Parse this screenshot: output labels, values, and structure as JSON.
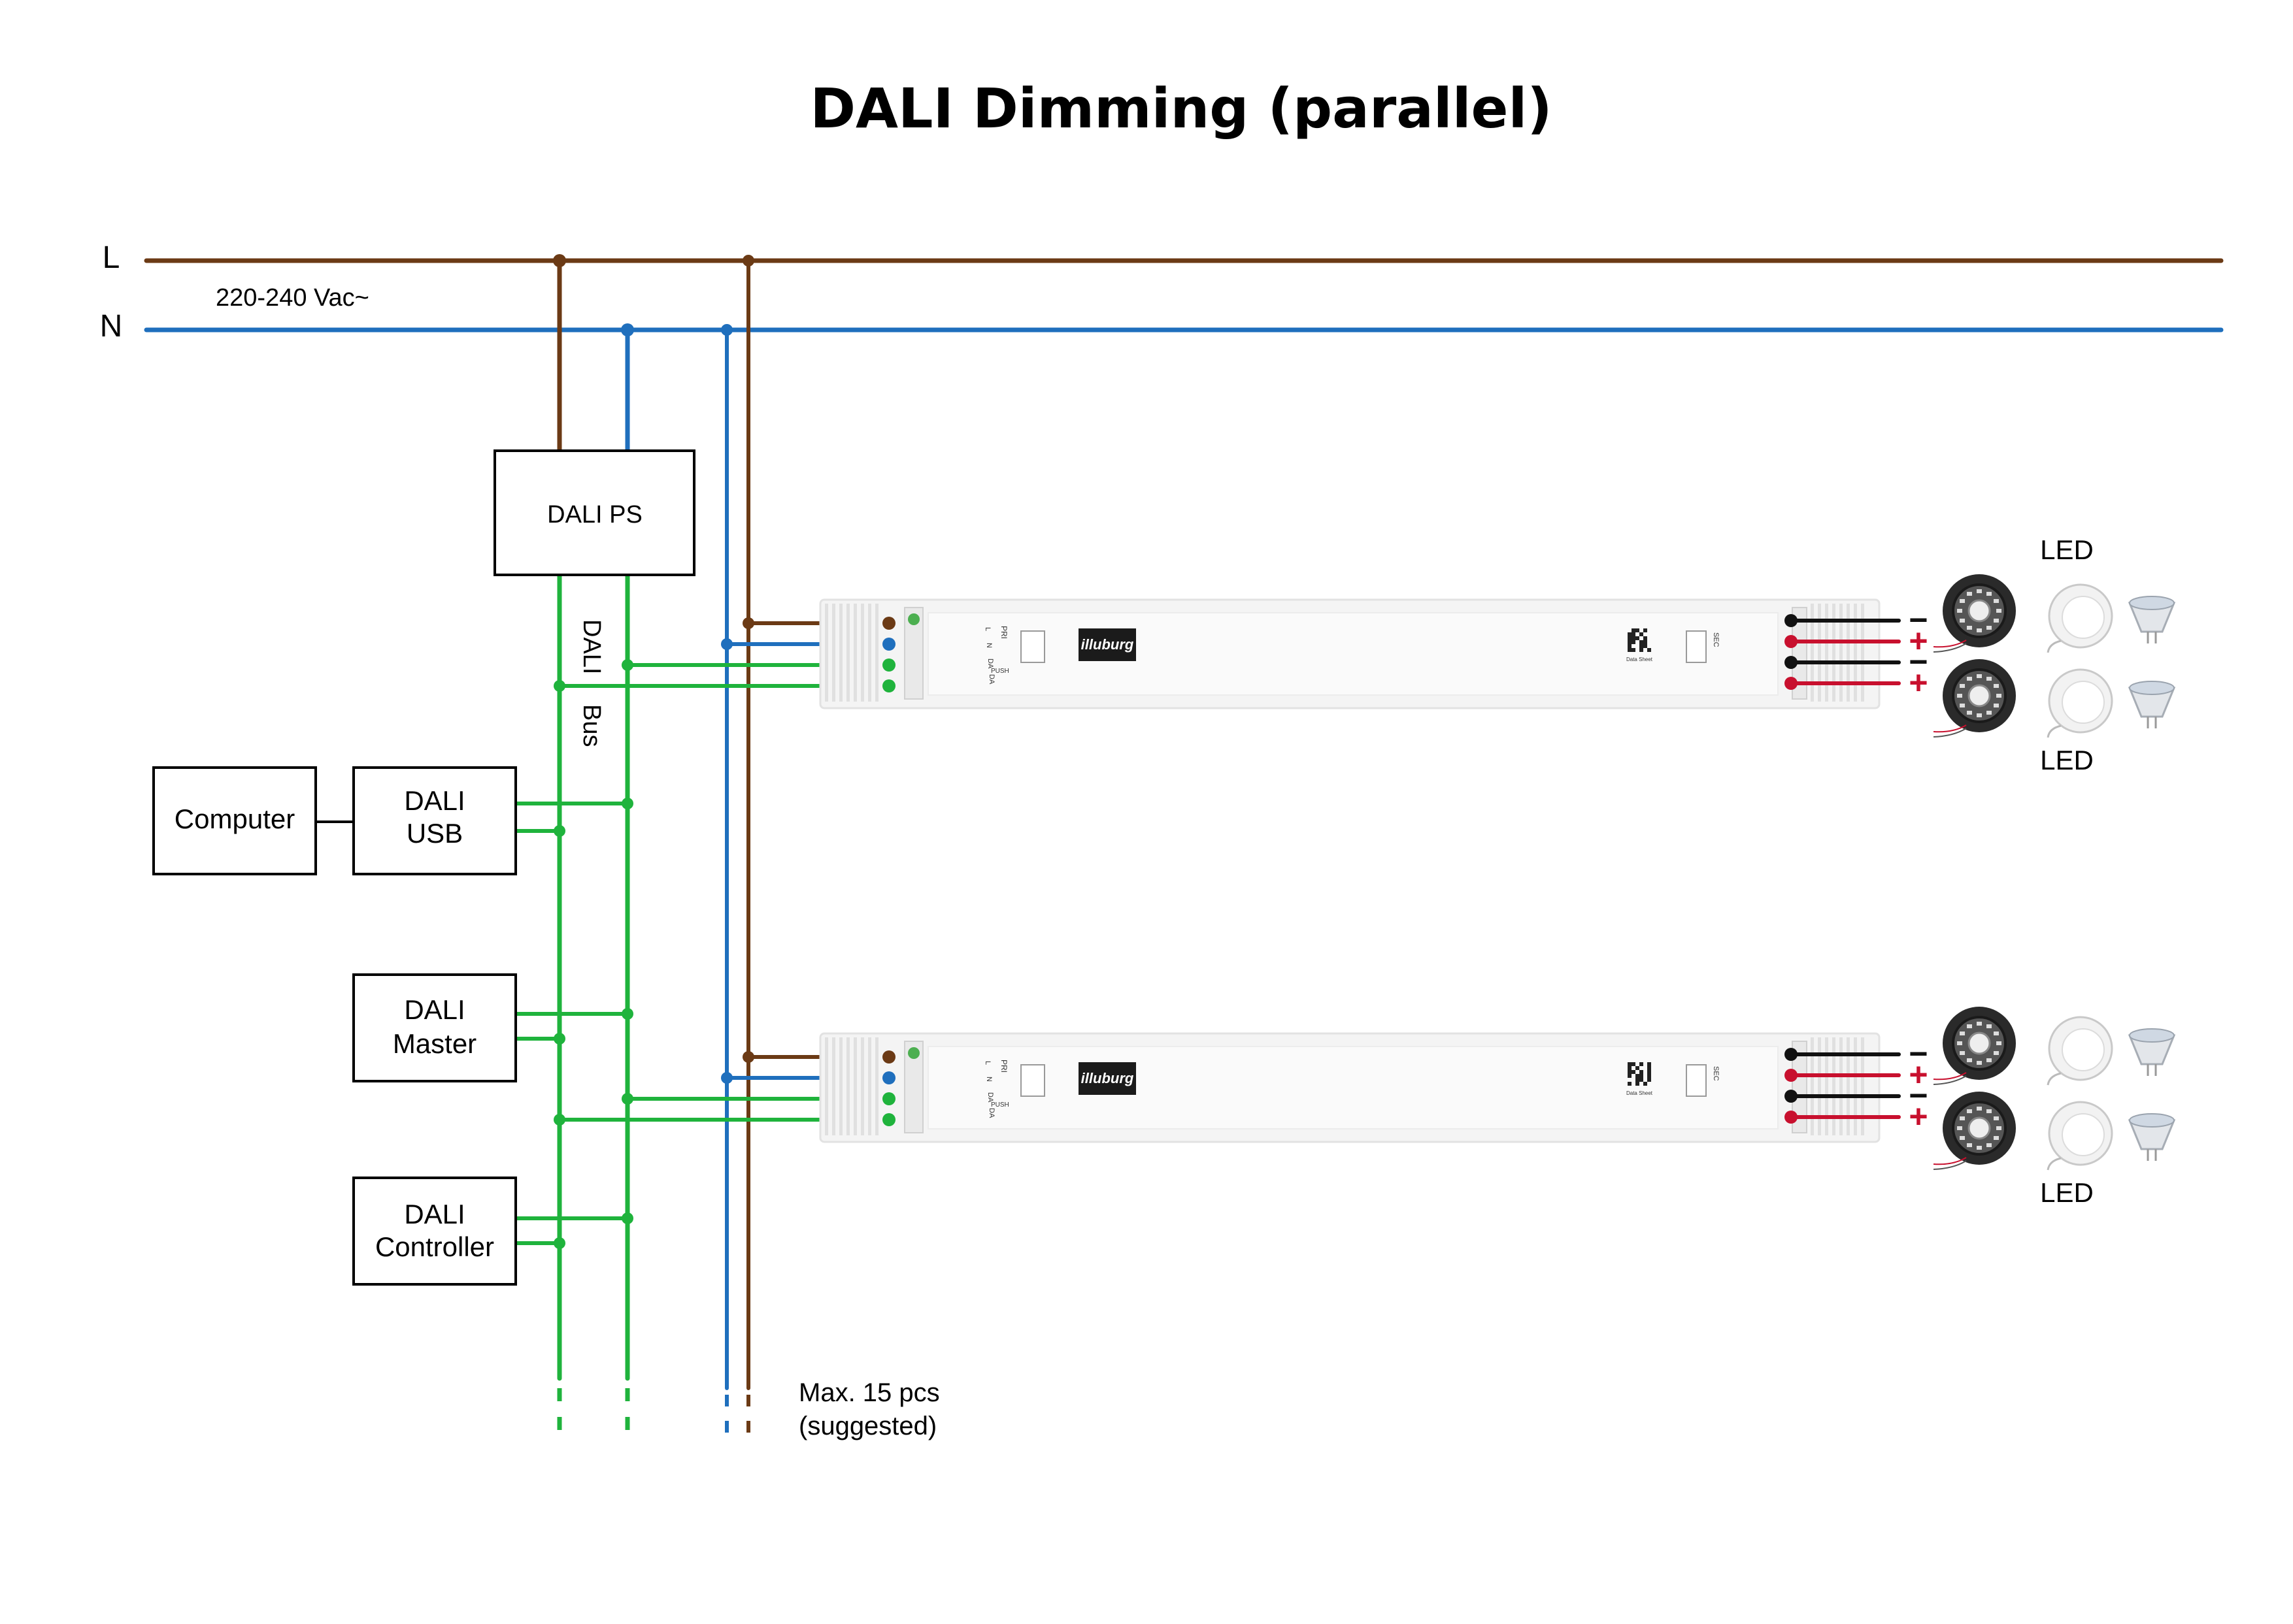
{
  "title": "DALI Dimming (parallel)",
  "mains": {
    "line_label": "L",
    "neutral_label": "N",
    "voltage": "220-240 Vac~"
  },
  "blocks": {
    "dali_ps": "DALI PS",
    "computer": "Computer",
    "dali_usb": [
      "DALI",
      "USB"
    ],
    "dali_master": [
      "DALI",
      "Master"
    ],
    "dali_controller": [
      "DALI",
      "Controller"
    ]
  },
  "bus_label": [
    "DALI",
    "Bus"
  ],
  "note": [
    "Max. 15 pcs",
    "(suggested)"
  ],
  "driver": {
    "brand": "illuburg",
    "pri": [
      "L",
      "N",
      "DA",
      "DA"
    ],
    "pri_header": "PRI",
    "push_label": "PUSH",
    "sec_header": "SEC",
    "data_sheet": "Data Sheet"
  },
  "led_label": "LED",
  "polarity": {
    "minus": "−",
    "plus": "+"
  },
  "icons": [
    "led-strip-reel-icon",
    "downlight-icon",
    "mr16-spot-icon"
  ],
  "colors": {
    "line": "#6b3a15",
    "neutral": "#1f6fbd",
    "bus": "#1fb33c",
    "positive": "#c8102e",
    "negative": "#111111",
    "frame": "#000000"
  }
}
